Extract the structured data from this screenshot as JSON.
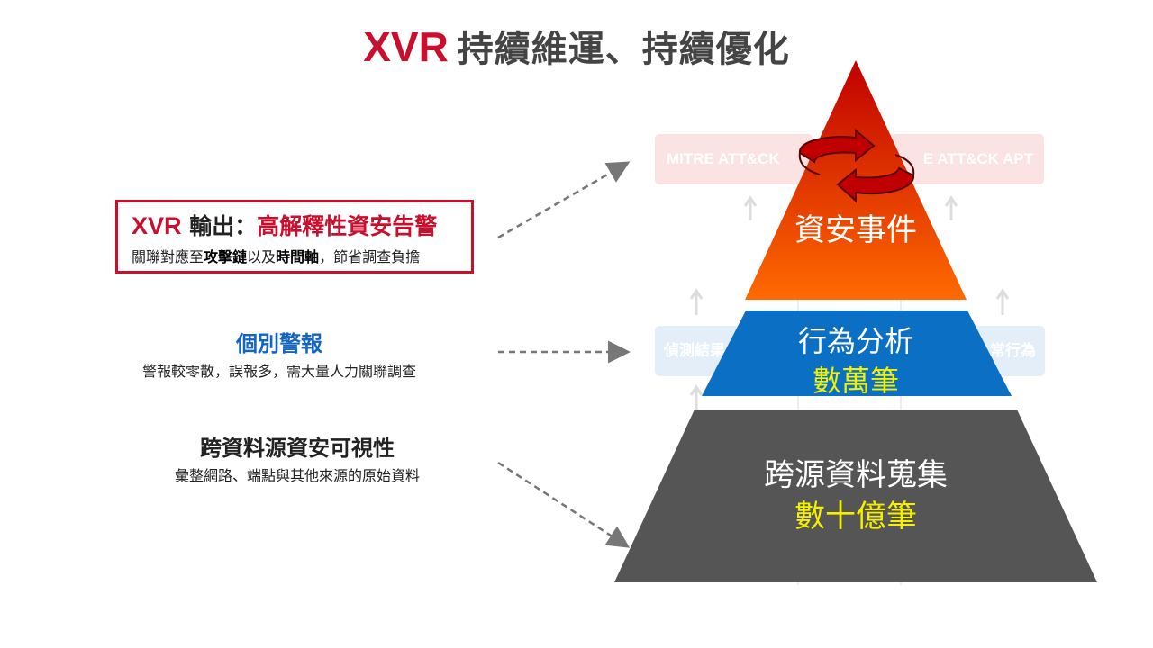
{
  "title": {
    "brand": "XVR",
    "text": "持續維運、持續優化"
  },
  "output": {
    "brand": "XVR",
    "label": " 輸出：",
    "highlight": "高解釋性資安告警",
    "desc_parts": [
      "關聯對應至",
      "攻擊鏈",
      "以及",
      "時間軸",
      "，節省調查負擔"
    ]
  },
  "alerts": {
    "heading": "個別警報",
    "desc": "警報較零散，誤報多，需大量人力關聯調查"
  },
  "visibility": {
    "heading": "跨資料源資安可視性",
    "desc": "彙整網路、端點與其他來源的原始資料"
  },
  "background_boxes": {
    "mitre_left": "MITRE ATT&CK",
    "mitre_right": "E ATT&CK APT",
    "detect_left": "偵測結果",
    "detect_right": "常行為"
  },
  "pyramid": {
    "top": {
      "label": "資安事件"
    },
    "middle": {
      "label": "行為分析",
      "count": "數萬筆"
    },
    "bottom": {
      "label": "跨源資料蒐集",
      "count": "數十億筆"
    }
  },
  "colors": {
    "brand_red": "#c8102e",
    "tier_top_from": "#c00000",
    "tier_top_to": "#ff6a00",
    "tier_mid": "#0b6fc4",
    "tier_bot": "#555555",
    "count_yellow": "#f4f000",
    "heading_blue": "#1565c0"
  },
  "icons": [
    "cycle-arrows-icon",
    "dashed-arrow-icon",
    "up-arrow-icon"
  ]
}
